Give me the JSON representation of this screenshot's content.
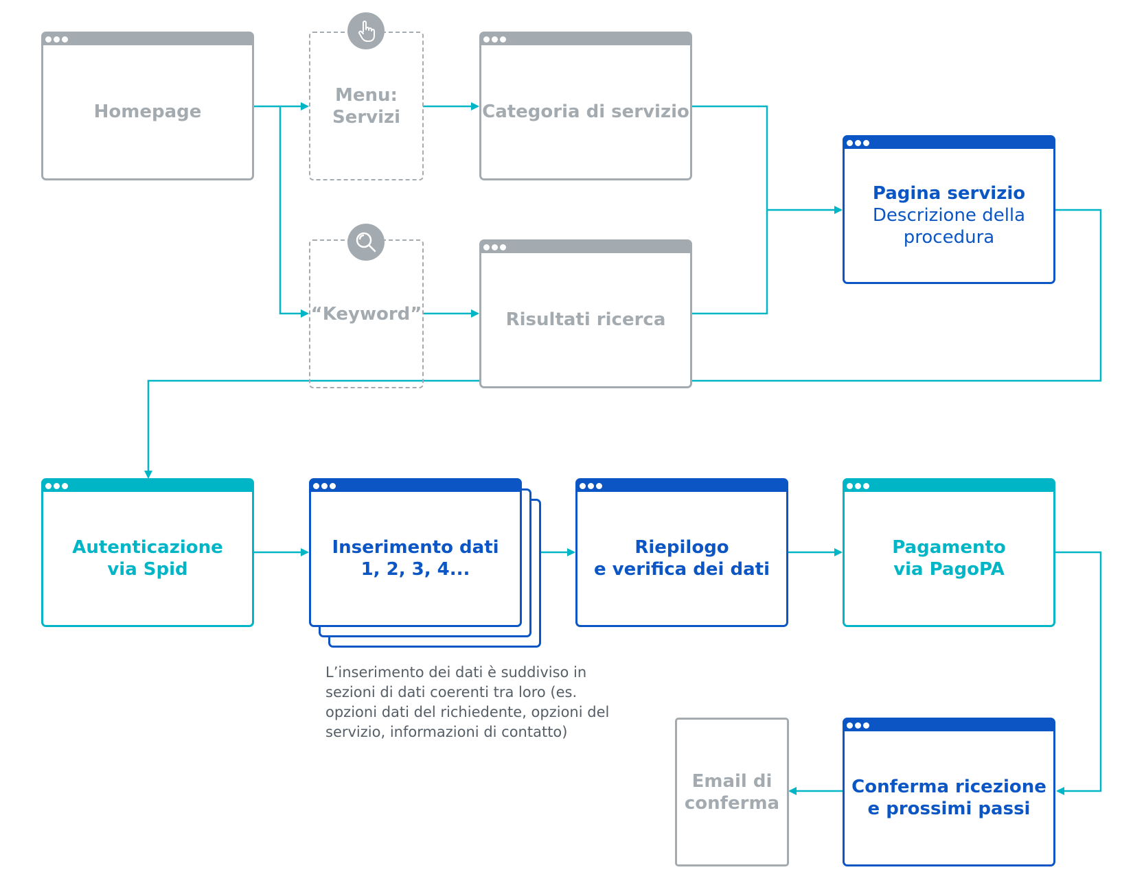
{
  "colors": {
    "gray": "#a4abb0",
    "teal": "#00b5c6",
    "blue": "#0b56c4",
    "note": "#555e66"
  },
  "nodes": {
    "homepage": "Homepage",
    "menu": [
      "Menu:",
      "Servizi"
    ],
    "keyword": "“Keyword”",
    "categoria": "Categoria di servizio",
    "risultati": "Risultati ricerca",
    "pagina": {
      "title": "Pagina servizio",
      "desc": [
        "Descrizione della",
        "procedura"
      ]
    },
    "autenticazione": [
      "Autenticazione",
      "via Spid"
    ],
    "inserimento": [
      "Inserimento dati",
      "1, 2, 3, 4..."
    ],
    "riepilogo": [
      "Riepilogo",
      "e verifica dei dati"
    ],
    "pagamento": [
      "Pagamento",
      "via PagoPA"
    ],
    "conferma": [
      "Conferma ricezione",
      "e prossimi passi"
    ],
    "email": [
      "Email di",
      "conferma"
    ]
  },
  "icons": {
    "menu": "hand-pointer-icon",
    "keyword": "magnifier-icon"
  },
  "note": [
    "L’inserimento dei dati è suddiviso in",
    "sezioni di dati coerenti tra loro (es.",
    "opzioni dati del richiedente, opzioni del",
    "servizio, informazioni di contatto)"
  ]
}
